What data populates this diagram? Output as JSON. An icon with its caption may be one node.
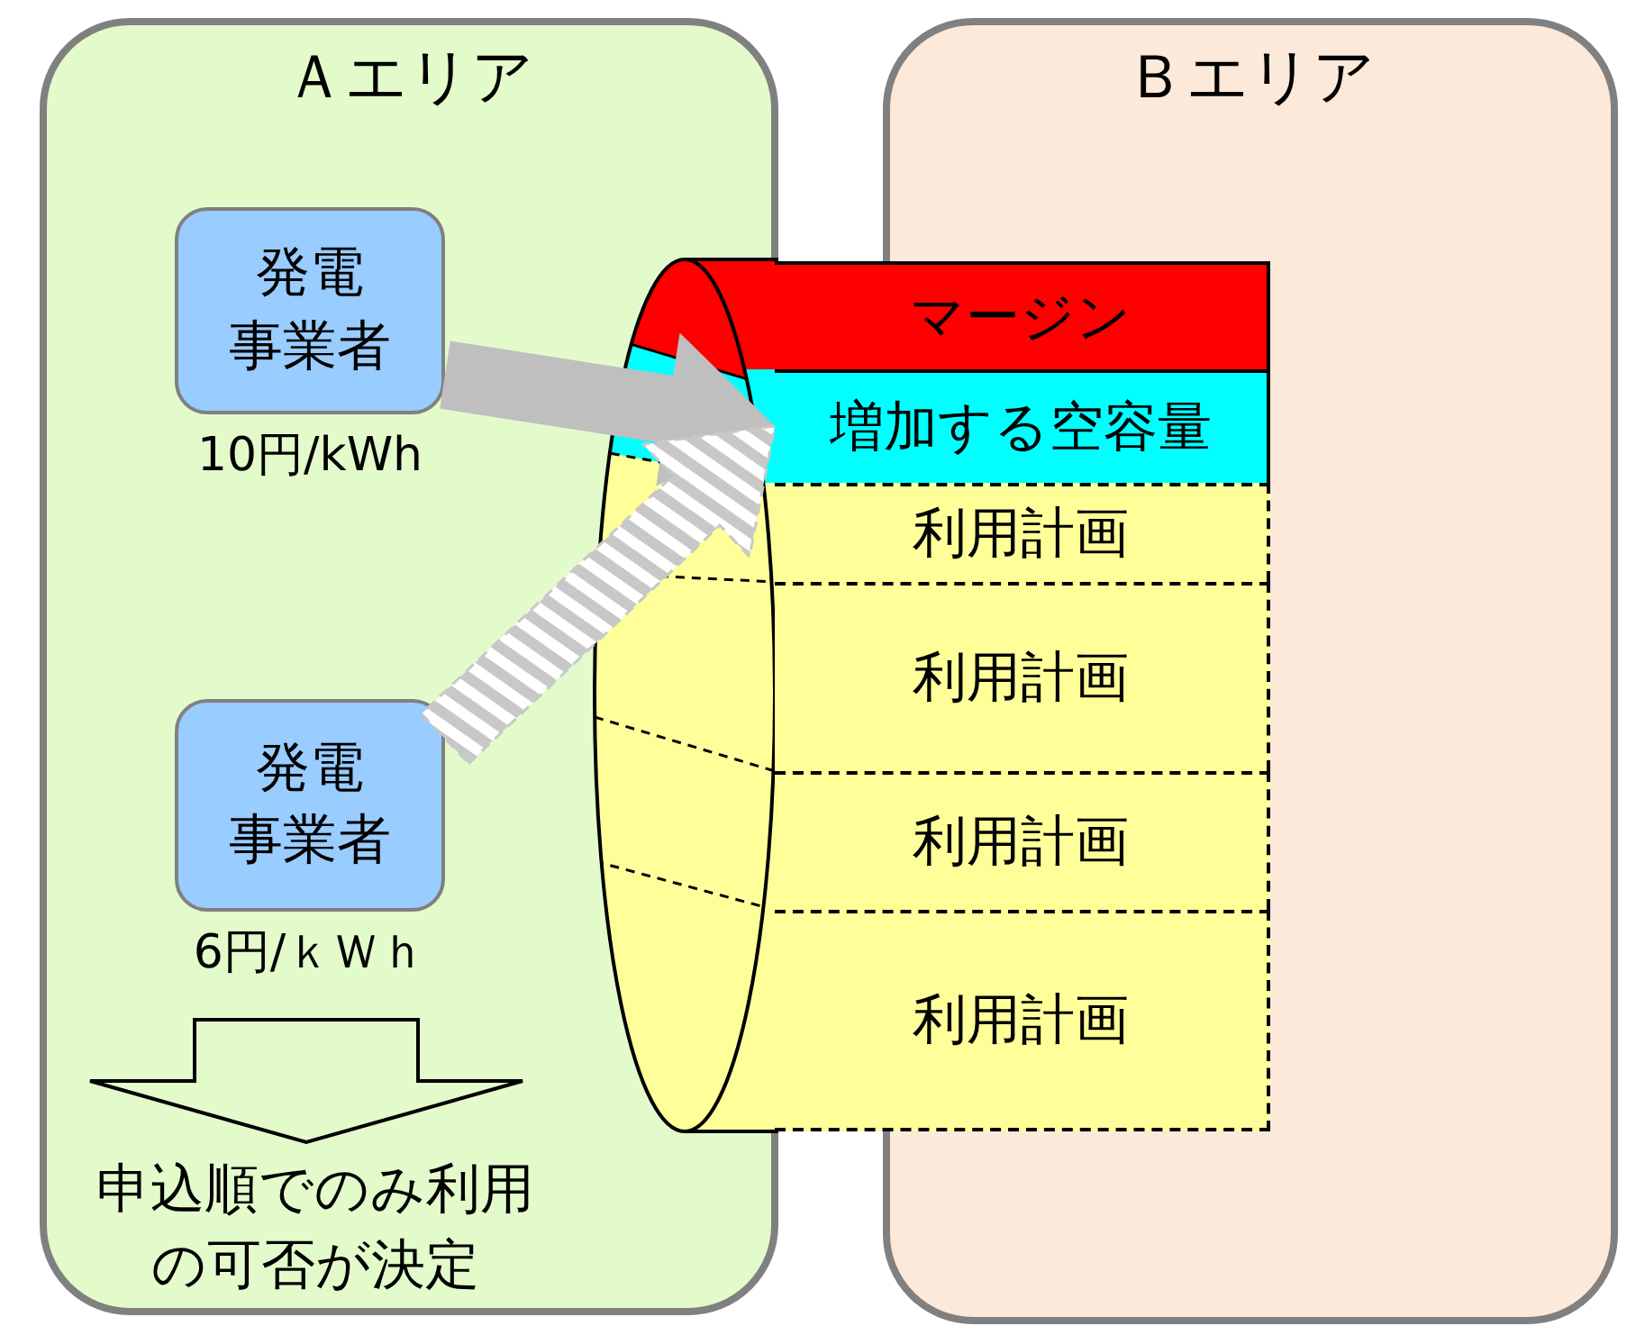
{
  "diagram": {
    "nodes": [
      {
        "text": [
          "Ａエリア"
        ]
      },
      {
        "text": [
          "Ｂエリア"
        ]
      },
      {
        "text": [
          "発電事業者"
        ],
        "beside": [
          "10円/kWh"
        ],
        "in": 0
      },
      {
        "text": [
          "発電事業者"
        ],
        "beside": [
          "6円/ｋＷｈ"
        ],
        "in": 0
      },
      {
        "text": [
          "マージン"
        ]
      },
      {
        "text": [
          "増加する空容量"
        ]
      },
      {
        "text": [
          "利用計画"
        ]
      },
      {
        "text": [
          "利用計画"
        ]
      },
      {
        "text": [
          "利用計画"
        ]
      },
      {
        "text": [
          "利用計画"
        ]
      },
      {
        "text": [
          "申込順でのみ利用の可否が決定"
        ],
        "in": 0
      }
    ],
    "edges": [
      {
        "from": 2,
        "to": 5,
        "arrow": "to",
        "style": "thick"
      },
      {
        "from": 3,
        "to": 5,
        "arrow": "to",
        "style": "dashed"
      },
      {
        "from": null,
        "to": 10,
        "arrow": "to"
      }
    ]
  }
}
